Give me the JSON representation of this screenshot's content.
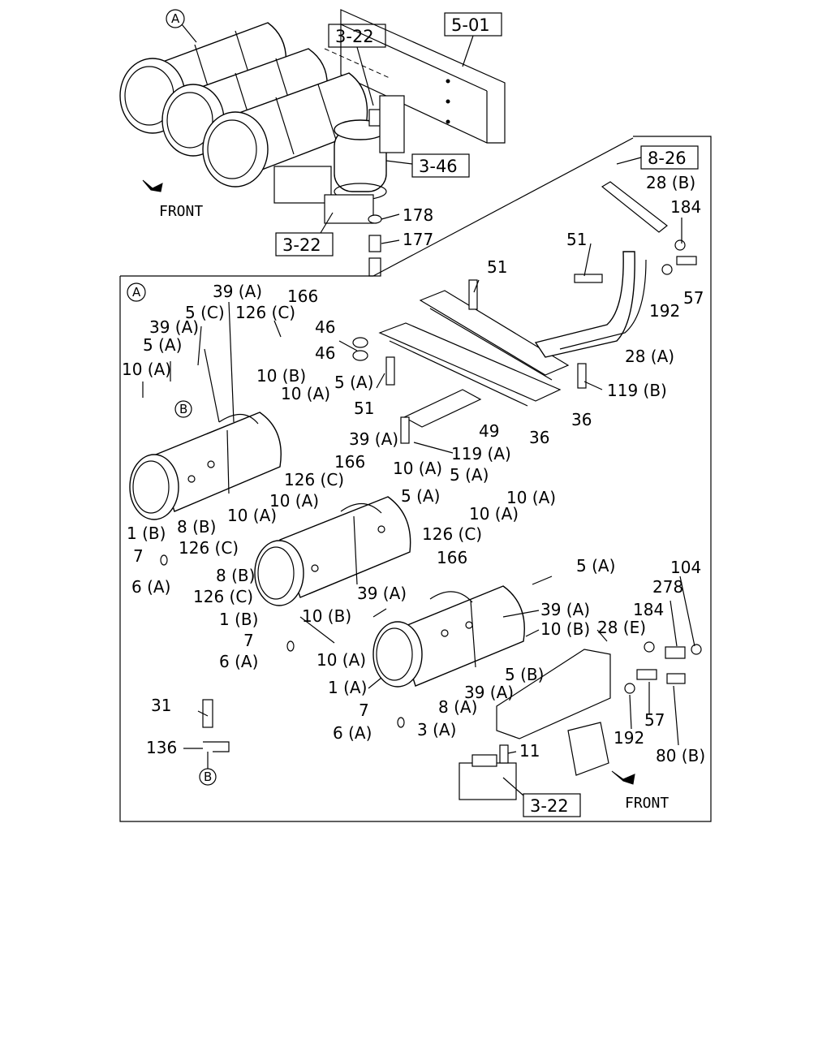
{
  "overview": {
    "callout_circle": "A",
    "ref_boxes": [
      "3-22",
      "5-01",
      "3-46",
      "3-22"
    ],
    "front_label": "FRONT",
    "part_labels": [
      "178",
      "177"
    ]
  },
  "detail": {
    "callout_circle": "A",
    "callout_b": "B",
    "ref_boxes": [
      "8-26",
      "3-22"
    ],
    "front_label": "FRONT",
    "labels": {
      "l_39A_1": "39 (A)",
      "l_166_1": "166",
      "l_5C": "5 (C)",
      "l_126C_1": "126 (C)",
      "l_39A_2": "39 (A)",
      "l_5A_1": "5 (A)",
      "l_10A_1": "10 (A)",
      "l_46a": "46",
      "l_46b": "46",
      "l_10B_1": "10 (B)",
      "l_10A_2": "10 (A)",
      "l_5A_2": "5 (A)",
      "l_51_a": "51",
      "l_51_b": "51",
      "l_51_c": "51",
      "l_28B": "28 (B)",
      "l_184_1": "184",
      "l_57_1": "57",
      "l_192_1": "192",
      "l_28A": "28 (A)",
      "l_119B": "119 (B)",
      "l_36a": "36",
      "l_36b": "36",
      "l_49": "49",
      "l_119A": "119 (A)",
      "l_39A_3": "39 (A)",
      "l_166_2": "166",
      "l_10A_3": "10 (A)",
      "l_5A_3": "5 (A)",
      "l_126C_2": "126 (C)",
      "l_10A_4": "10 (A)",
      "l_5A_4": "5 (A)",
      "l_10A_5": "10 (A)",
      "l_10A_6": "10 (A)",
      "l_10A_7": "10 (A)",
      "l_1B_1": "1 (B)",
      "l_8B_1": "8 (B)",
      "l_7_1": "7",
      "l_126C_3": "126 (C)",
      "l_6A_1": "6 (A)",
      "l_126C_4": "126 (C)",
      "l_166_3": "166",
      "l_8B_2": "8 (B)",
      "l_126C_5": "126 (C)",
      "l_39A_4": "39 (A)",
      "l_5A_5": "5 (A)",
      "l_104": "104",
      "l_278": "278",
      "l_1B_2": "1 (B)",
      "l_10B_2": "10 (B)",
      "l_39A_5": "39 (A)",
      "l_184_2": "184",
      "l_7_2": "7",
      "l_10B_3": "10 (B)",
      "l_28E": "28 (E)",
      "l_6A_2": "6 (A)",
      "l_10A_8": "10 (A)",
      "l_5B": "5 (B)",
      "l_1A": "1 (A)",
      "l_39A_6": "39 (A)",
      "l_57_2": "57",
      "l_31": "31",
      "l_7_3": "7",
      "l_8A": "8 (A)",
      "l_6A_3": "6 (A)",
      "l_3A": "3 (A)",
      "l_192_2": "192",
      "l_136": "136",
      "l_11": "11",
      "l_80B": "80 (B)"
    }
  }
}
